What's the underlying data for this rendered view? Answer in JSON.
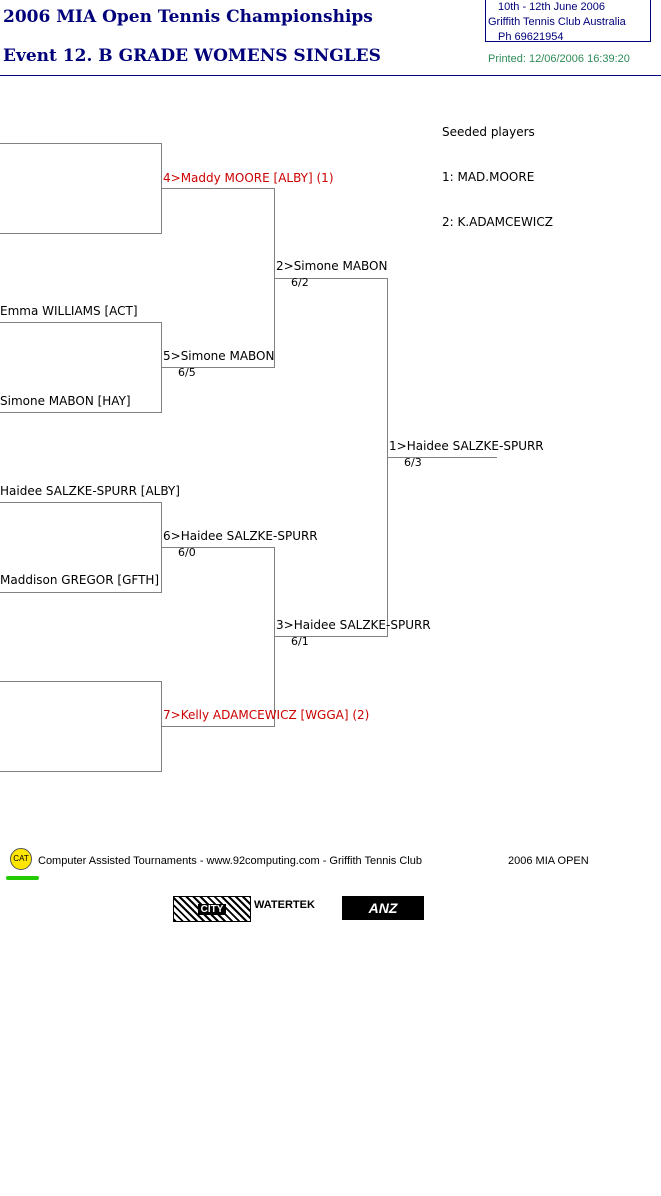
{
  "header": {
    "title": "2006 MIA Open Tennis Championships",
    "event": "Event 12. B GRADE WOMENS SINGLES",
    "dates": "10th - 12th June 2006",
    "venue": "Griffith Tennis Club   Australia",
    "phone": "Ph 69621954",
    "printed": "Printed: 12/06/2006 16:39:20"
  },
  "round1": [
    {
      "name": ""
    },
    {
      "name": ""
    },
    {
      "name": "Emma WILLIAMS [ACT]"
    },
    {
      "name": "Simone MABON [HAY]"
    },
    {
      "name": "Haidee SALZKE-SPURR [ALBY]"
    },
    {
      "name": "Maddison GREGOR [GFTH]"
    },
    {
      "name": ""
    },
    {
      "name": ""
    }
  ],
  "round2": [
    {
      "winner": "4>Maddy MOORE [ALBY] (1)",
      "score": ""
    },
    {
      "winner": "5>Simone MABON",
      "score": "6/5"
    },
    {
      "winner": "6>Haidee SALZKE-SPURR",
      "score": "6/0"
    },
    {
      "winner": "7>Kelly ADAMCEWICZ [WGGA] (2)",
      "score": ""
    }
  ],
  "round3": [
    {
      "winner": "2>Simone MABON",
      "score": "6/2"
    },
    {
      "winner": "3>Haidee SALZKE-SPURR",
      "score": "6/1"
    }
  ],
  "final": {
    "winner": "1>Haidee SALZKE-SPURR",
    "score": "6/3"
  },
  "seeds": {
    "heading": "Seeded players",
    "list": [
      "1: MAD.MOORE",
      "2: K.ADAMCEWICZ"
    ]
  },
  "footer": {
    "cat_badge": "CAT",
    "credit": "Computer Assisted Tournaments - www.92computing.com -  Griffith Tennis Club",
    "event_name": "2006 MIA OPEN",
    "sponsor_logos": [
      "CITY",
      "WATERTEK",
      "ANZ"
    ]
  },
  "colors": {
    "title": "#00007a",
    "seeded": "#cc0000",
    "printed": "#2e8b57",
    "lines": "#808080"
  }
}
